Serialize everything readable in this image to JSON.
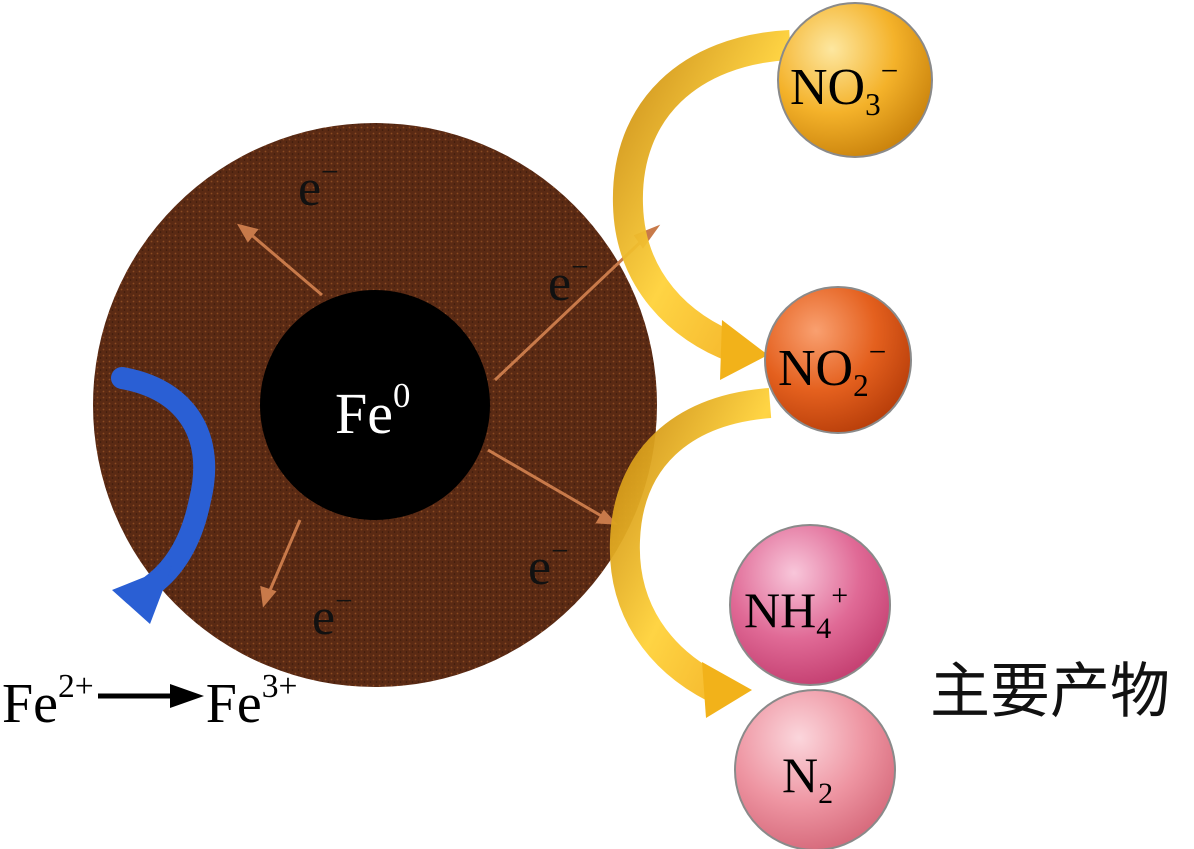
{
  "core_label": {
    "base": "Fe",
    "sup": "0"
  },
  "electron": {
    "base": "e",
    "sup": "−"
  },
  "species": {
    "nitrate": {
      "base": "NO",
      "sub": "3",
      "sup": "−"
    },
    "nitrite": {
      "base": "NO",
      "sub": "2",
      "sup": "−"
    },
    "ammonium": {
      "base": "NH",
      "sub": "4",
      "sup": "+"
    },
    "nitrogen": {
      "base": "N",
      "sub": "2"
    }
  },
  "iron_oxidation": {
    "reactant": {
      "base": "Fe",
      "sup": "2+"
    },
    "product": {
      "base": "Fe",
      "sup": "3+"
    }
  },
  "products_label": "主要产物",
  "colors": {
    "shell": "#5a2a14",
    "core": "#000000",
    "nitrate": "#f0a818",
    "nitrite": "#e05a18",
    "ammonium": "#e05a86",
    "nitrogen": "#ea8a98",
    "flow_arrow": "#f2b21a",
    "cycle_arrow": "#2a5fd4",
    "electron_ray": "#c87a4a"
  }
}
